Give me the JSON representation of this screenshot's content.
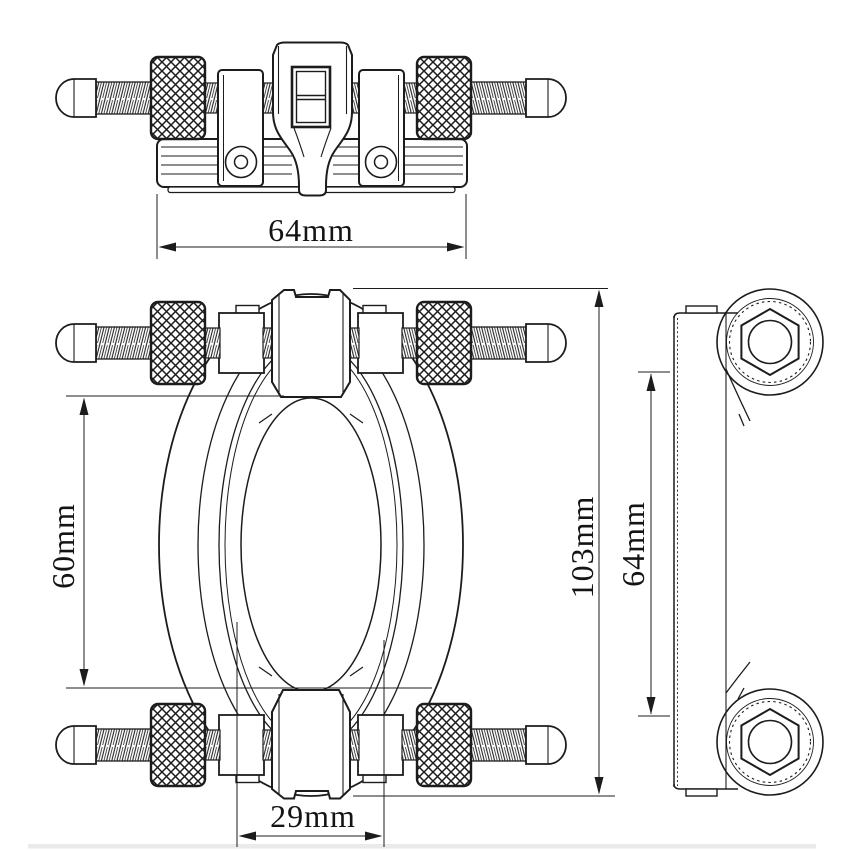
{
  "drawing": {
    "type": "technical-orthographic-drawing",
    "subject": "adjustable clamp with knurled thumbscrews",
    "dims": {
      "top_width": "64mm",
      "opening_height": "60mm",
      "overall_height": "103mm",
      "jaw_span": "29mm",
      "side_length": "64mm"
    },
    "colors": {
      "line": "#1c1c1c",
      "background": "#ffffff"
    }
  }
}
